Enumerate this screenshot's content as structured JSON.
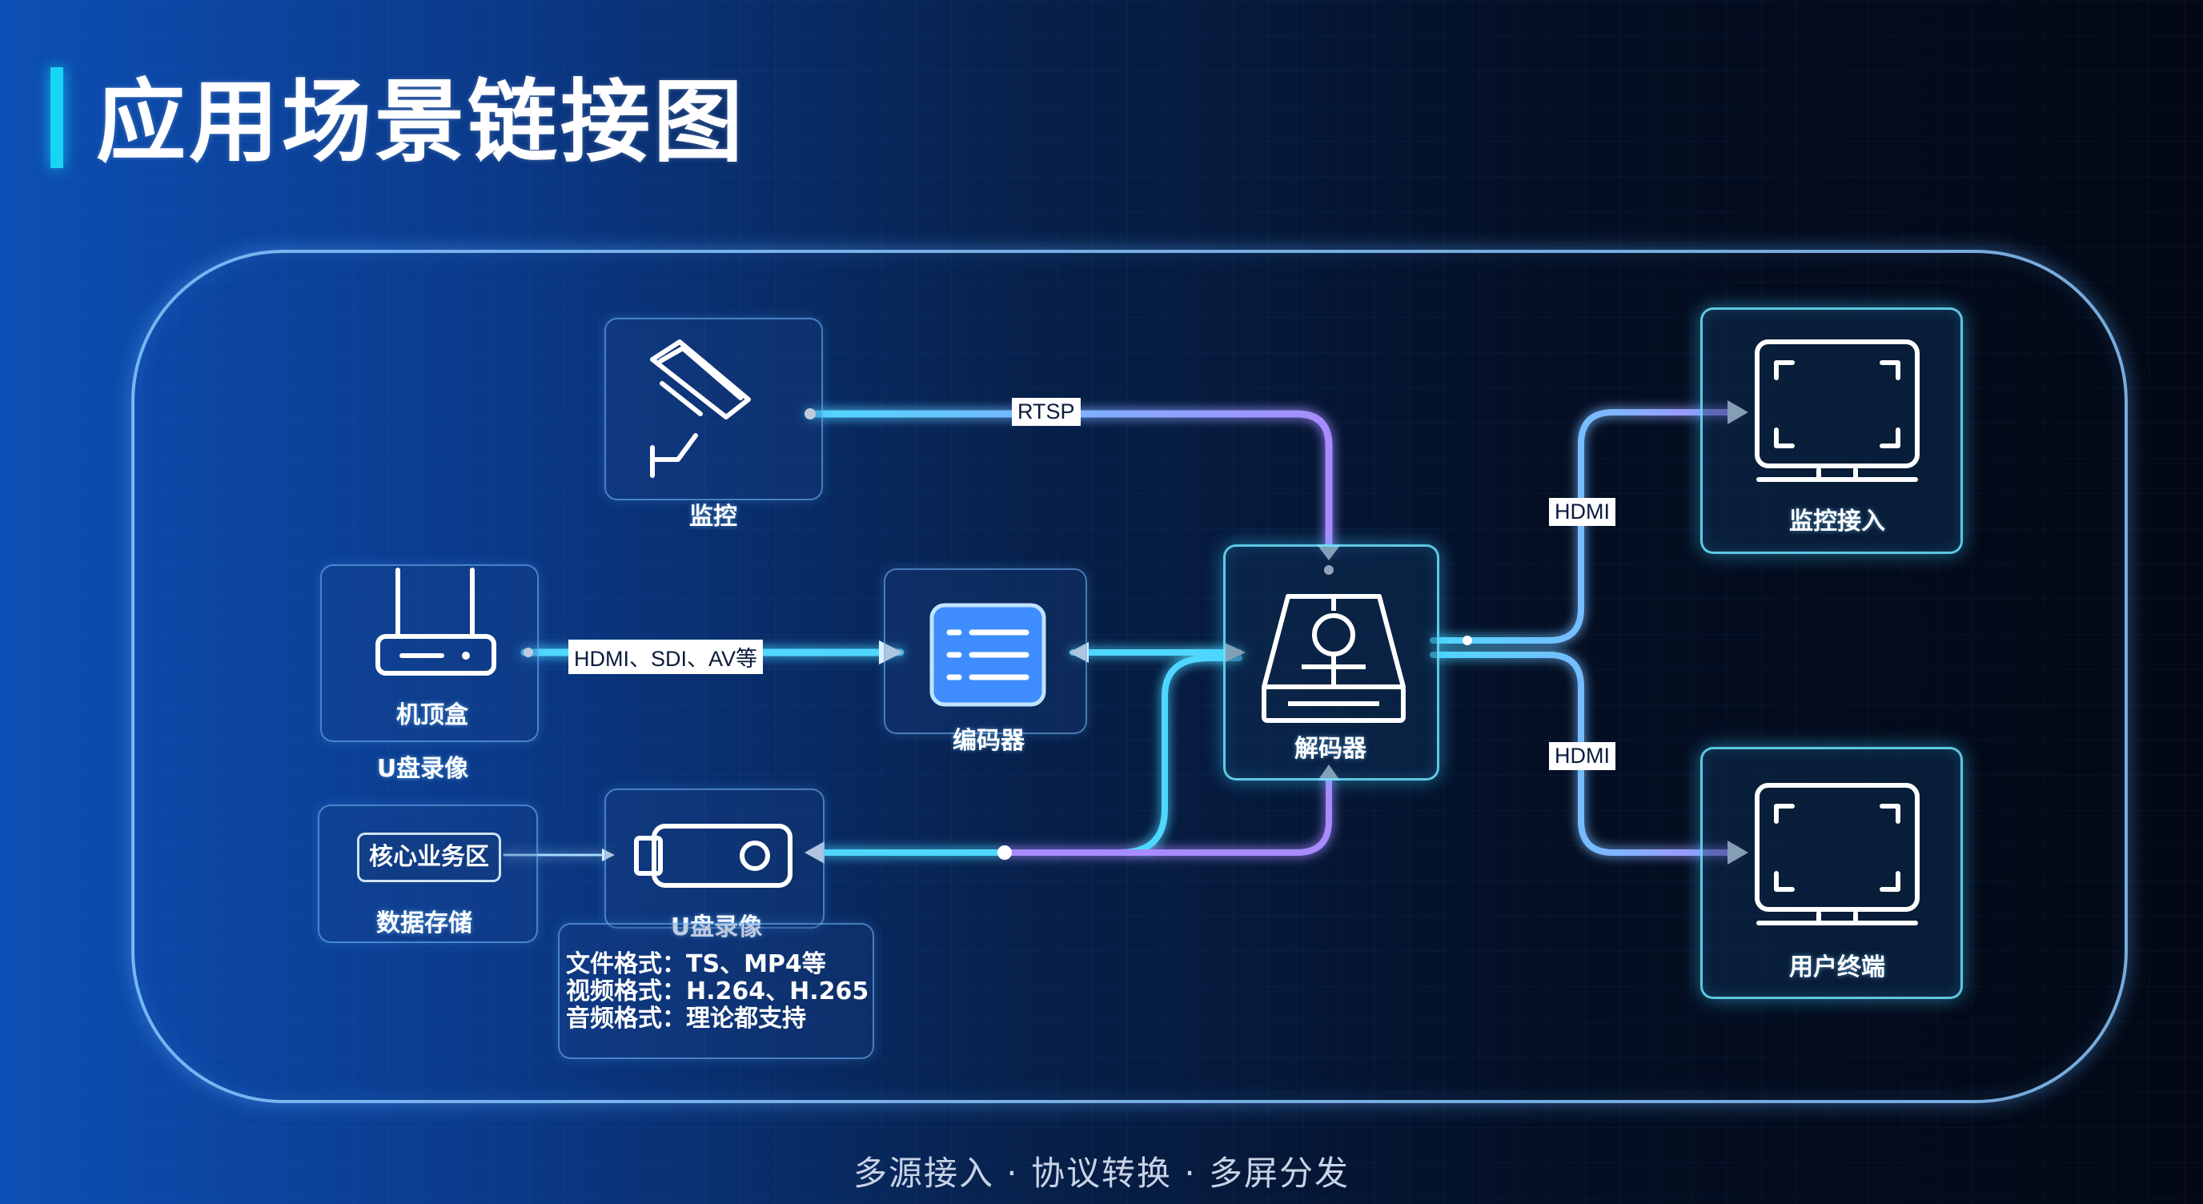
{
  "title": "应用场景链接图",
  "footer": "多源接入 · 协议转换 · 多屏分发",
  "nodes": {
    "camera": {
      "label": "监控",
      "icon": "surveillance-camera-icon"
    },
    "settop": {
      "label": "机顶盒",
      "icon": "set-top-box-icon"
    },
    "usb_record_left": {
      "label": "U盘录像"
    },
    "storage": {
      "label": "数据存储",
      "button": "核心业务区"
    },
    "usb": {
      "label": "U盘录像",
      "icon": "usb-drive-icon"
    },
    "encoder": {
      "label": "编码器",
      "icon": "encoder-icon"
    },
    "decoder": {
      "label": "解码器",
      "icon": "decoder-icon"
    },
    "monitor_access": {
      "label": "监控接入",
      "icon": "monitor-icon"
    },
    "user_terminal": {
      "label": "用户终端",
      "icon": "monitor-icon"
    }
  },
  "edges": {
    "rtsp": "RTSP",
    "settop_encoder": "HDMI、SDI、AV等",
    "hdmi_top": "HDMI",
    "hdmi_bottom": "HDMI"
  },
  "usb_specs": [
    "文件格式：TS、MP4等",
    "视频格式：H.264、H.265",
    "音频格式：理论都支持"
  ],
  "colors": {
    "cyan": "#4fd8ff",
    "purple": "#a98bff",
    "frame": "#8cc8ff"
  }
}
